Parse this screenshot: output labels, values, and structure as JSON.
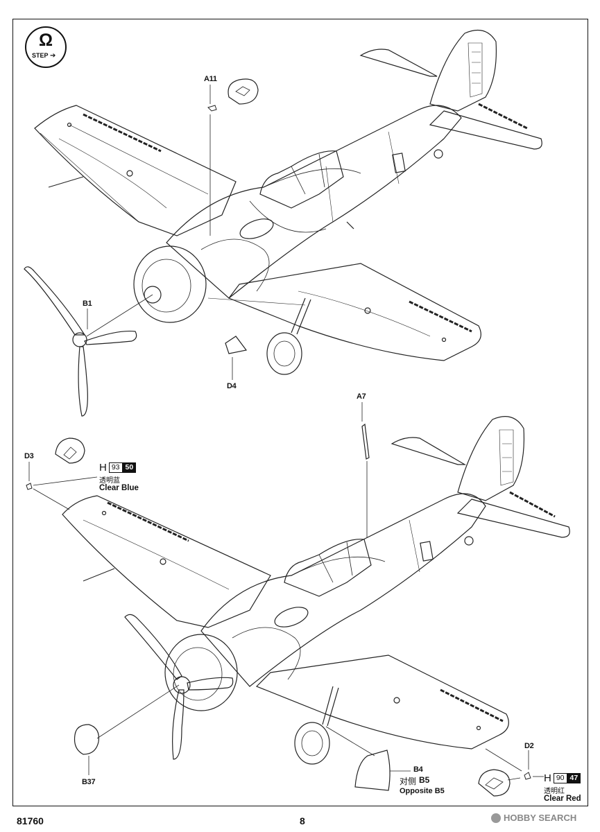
{
  "step": {
    "number": "Ω",
    "word": "STEP",
    "arrow": "➔"
  },
  "parts_top": {
    "a11": "A11",
    "b1": "B1",
    "d4": "D4"
  },
  "parts_bottom": {
    "a7": "A7",
    "d3": "D3",
    "d2": "D2",
    "b37": "B37",
    "b4": "B4",
    "opposite_cn": "对侧",
    "opposite_cn_part": "B5",
    "opposite_en": "Opposite B5"
  },
  "paint_blue": {
    "letter": "H",
    "code": "93",
    "num": "50",
    "cn": "透明蓝",
    "en": "Clear Blue"
  },
  "paint_red": {
    "letter": "H",
    "code": "90",
    "num": "47",
    "cn": "透明红",
    "en": "Clear Red"
  },
  "footer": {
    "kit_number": "81760",
    "page": "8",
    "watermark": "HOBBY SEARCH"
  }
}
